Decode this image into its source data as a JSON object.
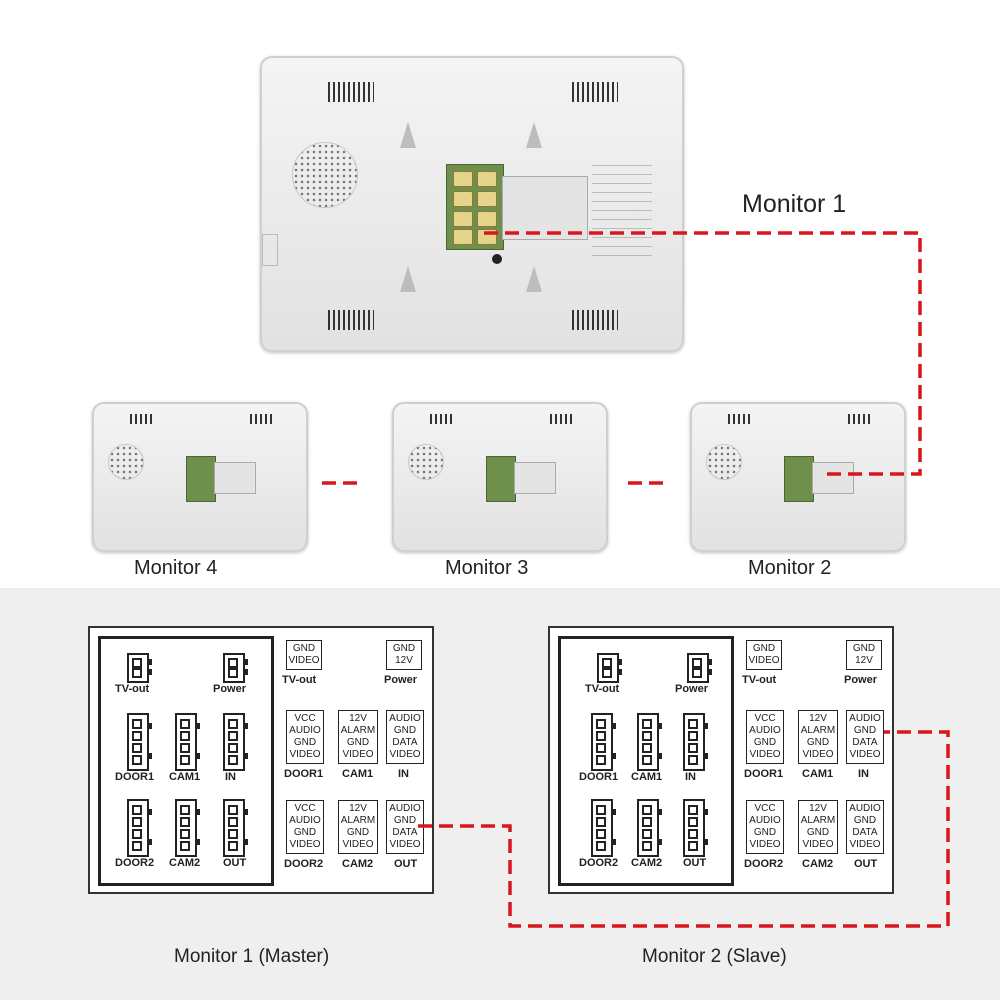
{
  "top": {
    "monitor1_label": "Monitor 1",
    "monitor2_label": "Monitor 2",
    "monitor3_label": "Monitor 3",
    "monitor4_label": "Monitor 4"
  },
  "diagrams": {
    "master": {
      "caption": "Monitor 1 (Master)",
      "left": {
        "tvout": "TV-out",
        "power": "Power",
        "door1": "DOOR1",
        "cam1": "CAM1",
        "in": "IN",
        "door2": "DOOR2",
        "cam2": "CAM2",
        "out": "OUT"
      },
      "right": {
        "tvout_box": [
          "GND",
          "VIDEO"
        ],
        "tvout": "TV-out",
        "power_box": [
          "GND",
          "12V"
        ],
        "power": "Power",
        "door1_box": [
          "VCC",
          "AUDIO",
          "GND",
          "VIDEO"
        ],
        "door1": "DOOR1",
        "cam1_box": [
          "12V",
          "ALARM",
          "GND",
          "VIDEO"
        ],
        "cam1": "CAM1",
        "in_box": [
          "AUDIO",
          "GND",
          "DATA",
          "VIDEO"
        ],
        "in": "IN",
        "door2_box": [
          "VCC",
          "AUDIO",
          "GND",
          "VIDEO"
        ],
        "door2": "DOOR2",
        "cam2_box": [
          "12V",
          "ALARM",
          "GND",
          "VIDEO"
        ],
        "cam2": "CAM2",
        "out_box": [
          "AUDIO",
          "GND",
          "DATA",
          "VIDEO"
        ],
        "out": "OUT"
      }
    },
    "slave": {
      "caption": "Monitor 2 (Slave)",
      "left": {
        "tvout": "TV-out",
        "power": "Power",
        "door1": "DOOR1",
        "cam1": "CAM1",
        "in": "IN",
        "door2": "DOOR2",
        "cam2": "CAM2",
        "out": "OUT"
      },
      "right": {
        "tvout_box": [
          "GND",
          "VIDEO"
        ],
        "tvout": "TV-out",
        "power_box": [
          "GND",
          "12V"
        ],
        "power": "Power",
        "door1_box": [
          "VCC",
          "AUDIO",
          "GND",
          "VIDEO"
        ],
        "door1": "DOOR1",
        "cam1_box": [
          "12V",
          "ALARM",
          "GND",
          "VIDEO"
        ],
        "cam1": "CAM1",
        "in_box": [
          "AUDIO",
          "GND",
          "DATA",
          "VIDEO"
        ],
        "in": "IN",
        "door2_box": [
          "VCC",
          "AUDIO",
          "GND",
          "VIDEO"
        ],
        "door2": "DOOR2",
        "cam2_box": [
          "12V",
          "ALARM",
          "GND",
          "VIDEO"
        ],
        "cam2": "CAM2",
        "out_box": [
          "AUDIO",
          "GND",
          "DATA",
          "VIDEO"
        ],
        "out": "OUT"
      }
    }
  },
  "colors": {
    "wire": "#d9161c",
    "panel": "#efefef"
  }
}
